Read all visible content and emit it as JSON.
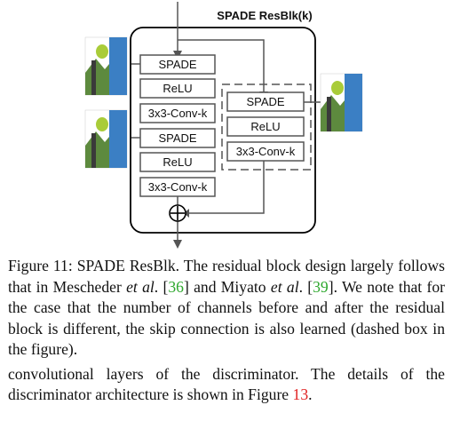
{
  "diagram": {
    "title": "SPADE ResBlk(k)",
    "main_path": [
      "SPADE",
      "ReLU",
      "3x3-Conv-k",
      "SPADE",
      "ReLU",
      "3x3-Conv-k"
    ],
    "skip_path": [
      "SPADE",
      "ReLU",
      "3x3-Conv-k"
    ],
    "sum_symbol": "⊕",
    "seg_map_icon": "segmentation-map-thumbnail"
  },
  "caption": {
    "fig_label": "Figure 11:",
    "fig_name": "SPADE ResBlk.",
    "t1": "The residual block design largely follows that in Mescheder",
    "etal1": "et al",
    "p1": ". [",
    "ref1": "36",
    "t2": "] and Miyato",
    "etal2": "et al",
    "p2": ". [",
    "ref2": "39",
    "t3": "]. We note that for the case that the number of channels before and after the residual block is different, the skip connection is also learned (dashed box in the figure).",
    "t4": "convolutional layers of the discriminator. The details of the discriminator architecture is shown in Figure",
    "ref3": "13",
    "t5": "."
  },
  "colors": {
    "ref": "#2ea82e",
    "ref_fig": "#e02020"
  }
}
